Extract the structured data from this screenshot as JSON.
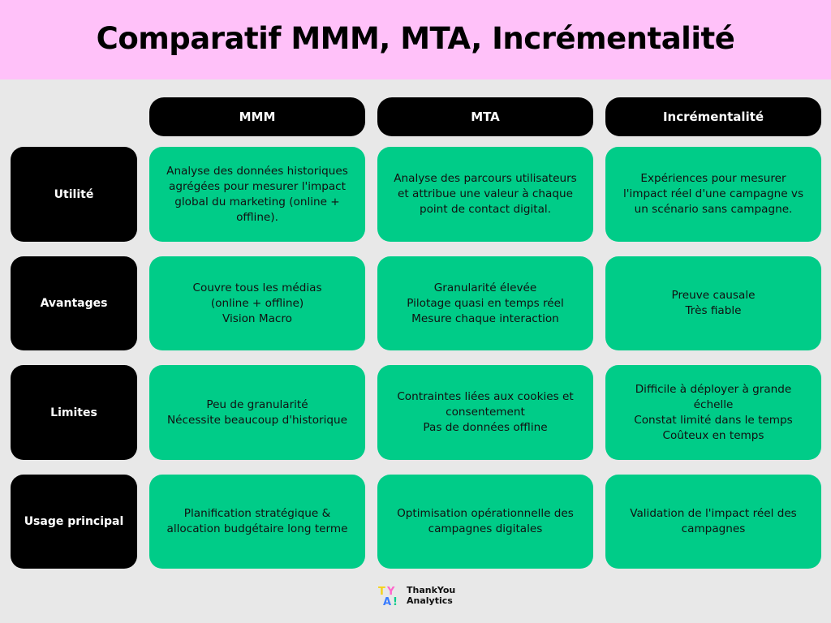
{
  "title": "Comparatif MMM, MTA, Incrémentalité",
  "columns": [
    "MMM",
    "MTA",
    "Incrémentalité"
  ],
  "rows": [
    {
      "label": "Utilité",
      "cells": [
        "Analyse des données historiques\nagrégées pour mesurer l'impact\nglobal du marketing (online +\noffline).",
        "Analyse des parcours utilisateurs\net attribue une valeur à chaque\npoint de contact digital.",
        "Expériences pour mesurer\nl'impact réel d'une campagne vs\nun scénario sans campagne."
      ]
    },
    {
      "label": "Avantages",
      "cells": [
        "Couvre tous les médias\n(online + offline)\nVision Macro",
        "Granularité élevée\nPilotage quasi en temps réel\nMesure chaque interaction",
        "Preuve causale\nTrès fiable"
      ]
    },
    {
      "label": "Limites",
      "cells": [
        "Peu de granularité\nNécessite beaucoup d'historique",
        "Contraintes liées aux cookies et\nconsentement\nPas de données offline",
        "Difficile à déployer à grande\néchelle\nConstat limité dans le temps\nCoûteux en temps"
      ]
    },
    {
      "label": "Usage principal",
      "cells": [
        "Planification stratégique &\nallocation budgétaire long terme",
        "Optimisation opérationnelle des\ncampagnes digitales",
        "Validation de l'impact réel des\ncampagnes"
      ]
    }
  ],
  "footer": {
    "logo_letters": [
      "T",
      "Y",
      "A",
      "!"
    ],
    "brand_line1": "ThankYou",
    "brand_line2": "Analytics"
  },
  "colors": {
    "header_bg": "#ffc1f9",
    "page_bg": "#e8e8e8",
    "cell_bg": "#00cc88",
    "head_bg": "#000000",
    "logo_yellow": "#f5d21a",
    "logo_pink": "#ff66cc",
    "logo_blue": "#3b7dff",
    "logo_green": "#00cc88"
  }
}
